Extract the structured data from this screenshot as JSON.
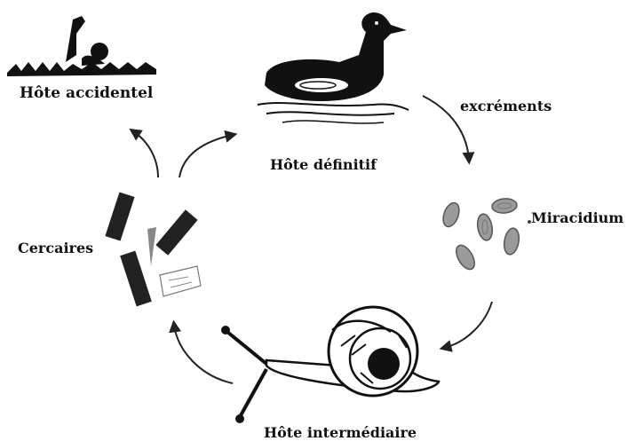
{
  "labels": {
    "accidental_host": "Hôte accidentel",
    "definitive_host": "Hôte définitif",
    "excrements": "excréments",
    "miracidium": "Miracidium",
    "cercariae": "Cercaires",
    "intermediate_host": "Hôte intermédiaire"
  },
  "icons": {
    "swimmer": "swimmer-icon",
    "duck": "duck-icon",
    "eggs": "egg-icon",
    "cercariae": "cercaria-icon",
    "snail": "snail-icon"
  },
  "colors": {
    "ink": "#111111",
    "egg_gray": "#8a8a8a",
    "background": "#ffffff"
  }
}
